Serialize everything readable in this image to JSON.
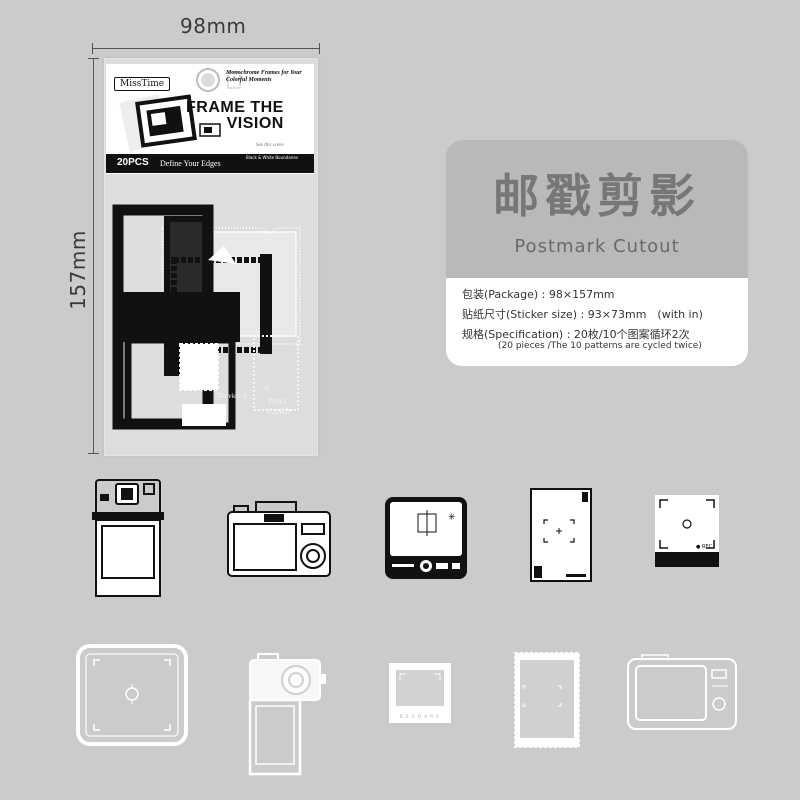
{
  "dimensions": {
    "width": "98mm",
    "height": "157mm"
  },
  "package": {
    "brand": "MissTime",
    "tagline": "Monochrome Frames for Your Colorful Moments",
    "title_line1": "FRAME THE",
    "title_line2": "VISION",
    "count": "20PCS",
    "subtitle": "Define Your Edges",
    "band_note": "Black & White Boundaries"
  },
  "product": {
    "name_cn": "邮戳剪影",
    "name_en": "Postmark Cutout",
    "specs": [
      "包装(Package) : 98×157mm",
      "贴纸尺寸(Sticker size) : 93×73mm　(with in)",
      "规格(Specification) : 20枚/10个图案循环2次"
    ],
    "spec_note": "(20 pieces /The 10 patterns are cycled twice)"
  },
  "colors": {
    "background": "#cbcbcb",
    "ink": "#111111",
    "spec_header": "#b9b9b9",
    "spec_title": "#777777"
  },
  "icons_row1": [
    "instant-camera-icon",
    "compact-camera-icon",
    "viewfinder-screen-icon",
    "phone-frame-icon",
    "rec-frame-icon"
  ],
  "icons_row2": [
    "focus-frame-icon",
    "selfie-camera-icon",
    "polaroid-frame-icon",
    "stamp-frame-icon",
    "camera-screen-icon"
  ]
}
